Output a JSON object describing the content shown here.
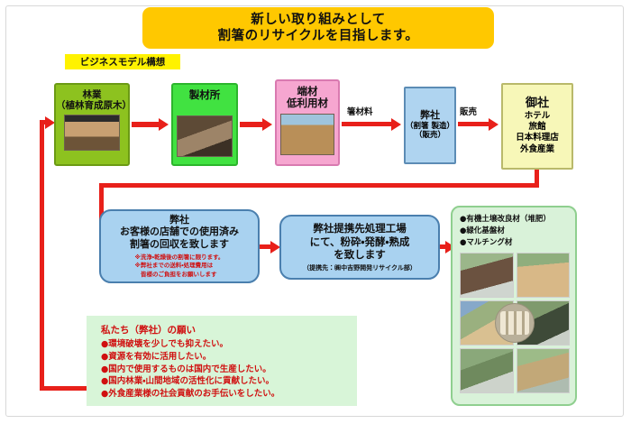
{
  "title": {
    "line1": "新しい取り組みとして",
    "line2": "割箸のリサイクルを目指します。"
  },
  "section_tag": "ビジネスモデル構想",
  "flow": {
    "forestry": {
      "label": "林業",
      "sub": "（植林育成原木）",
      "thumb": "logs-photo"
    },
    "sawmill": {
      "label": "製材所",
      "thumb": "sawmill-photo"
    },
    "offcut": {
      "line1": "端材",
      "line2": "低利用材",
      "thumb": "offcut-photo"
    },
    "company": {
      "label": "弊社",
      "sub1": "（割箸 製造）",
      "sub2": "（販売）"
    },
    "client": {
      "label": "御社",
      "sub1": "ホテル",
      "sub2": "旅館",
      "sub3": "日本料理店",
      "sub4": "外食産業"
    },
    "edge_material": "箸材料",
    "edge_sales": "販売"
  },
  "recycle": {
    "collect": {
      "h1": "弊社",
      "h2": "お客様の店舗での使用済み",
      "h3": "割箸の回収を致します",
      "note1": "※洗浄・乾燥後の割箸に限ります。",
      "note2": "※弊社までの送料・処理費用は",
      "note3": "　皆様のご負担をお願いします"
    },
    "plant": {
      "h1": "弊社提携先処理工場",
      "h2": "にて、粉砕・発酵・熟成",
      "h3": "を致します",
      "note": "（提携先：㈱中吉野開発リサイクル部）"
    }
  },
  "products": {
    "items": [
      "●有機土壌改良材（堆肥）",
      "●緑化基盤材",
      "●マルチング材"
    ],
    "photos": [
      "slope-greening-1",
      "slope-greening-2",
      "slope-greening-3",
      "slope-greening-4",
      "slope-greening-5",
      "slope-greening-6"
    ],
    "inset": "chopsticks-closeup"
  },
  "wishes": {
    "heading": "私たち（弊社）の願い",
    "items": [
      "●環境破壊を少しでも抑えたい。",
      "●資源を有効に活用したい。",
      "●国内で使用するものは国内で生産したい。",
      "●国内林業・山間地域の活性化に貢献したい。",
      "●外食産業様の社会貢献のお手伝いをしたい。"
    ]
  },
  "colors": {
    "banner": "#FFC800",
    "tag": "#FFF200",
    "arrow": "#E8201A",
    "forestry": "#8DC21F",
    "sawmill": "#41E241",
    "offcut": "#F6A6D0",
    "company": "#AFD4F0",
    "client": "#F7F7B8",
    "products": "#D9F2D9",
    "wishes": "#D8F5D8"
  }
}
